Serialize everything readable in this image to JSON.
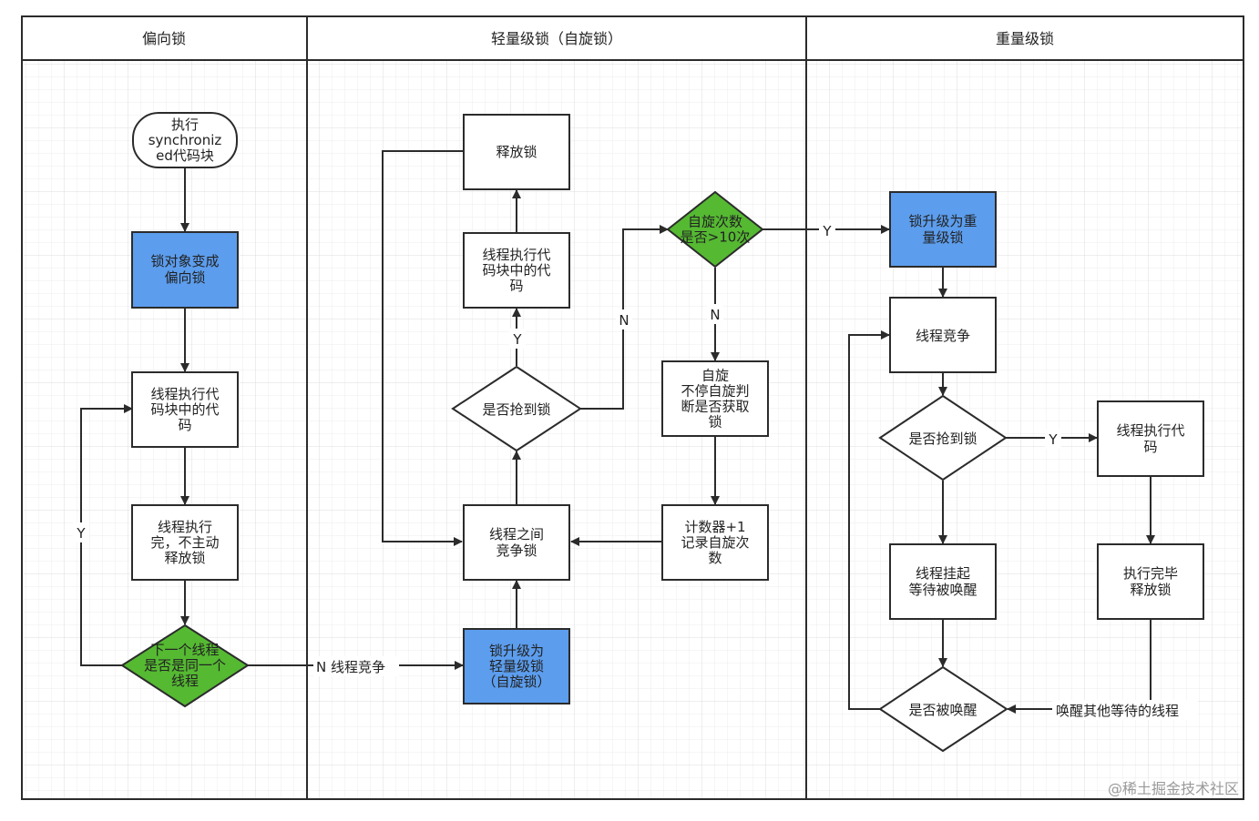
{
  "lanes": {
    "biased": "偏向锁",
    "lightweight": "轻量级锁（自旋锁）",
    "heavyweight": "重量级锁"
  },
  "nodes": {
    "start": [
      "执行",
      "synchroniz",
      "ed代码块"
    ],
    "biased_lock": [
      "锁对象变成",
      "偏向锁"
    ],
    "exec_code_1": [
      "线程执行代",
      "码块中的代",
      "码"
    ],
    "no_release": [
      "线程执行",
      "完，不主动",
      "释放锁"
    ],
    "next_same": [
      "下一个线程",
      "是否是同一个",
      "线程"
    ],
    "release_lock": [
      "释放锁"
    ],
    "exec_code_2": [
      "线程执行代",
      "码块中的代",
      "码"
    ],
    "grab_lock_2": [
      "是否抢到锁"
    ],
    "compete_2": [
      "线程之间",
      "竞争锁"
    ],
    "upgrade_light": [
      "锁升级为",
      "轻量级锁",
      "（自旋锁）"
    ],
    "spin_check": [
      "自旋次数",
      "是否>10次"
    ],
    "spin": [
      "自旋",
      "不停自旋判",
      "断是否获取",
      "锁"
    ],
    "counter": [
      "计数器+1",
      "记录自旋次",
      "数"
    ],
    "upgrade_heavy": [
      "锁升级为重",
      "量级锁"
    ],
    "compete_3": [
      "线程竞争"
    ],
    "grab_lock_3": [
      "是否抢到锁"
    ],
    "exec_code_3": [
      "线程执行代",
      "码"
    ],
    "suspend": [
      "线程挂起",
      "等待被唤醒"
    ],
    "done_release": [
      "执行完毕",
      "释放锁"
    ],
    "woken": [
      "是否被唤醒"
    ]
  },
  "edge_labels": {
    "y_loop": "Y",
    "n_compete": "N 线程竞争",
    "y_grab_2": "Y",
    "n_grab_2": "N",
    "n_spin": "N",
    "y_spin": "Y",
    "y_grab_3": "Y",
    "wake_others": "唤醒其他等待的线程"
  },
  "watermark": "@稀土掘金技术社区",
  "colors": {
    "blue_fill": "#5c9ded",
    "green_fill": "#55b932",
    "stroke": "#2b2b2b",
    "grid": "#e5e5e5",
    "lane_bg": "#ffffff"
  }
}
